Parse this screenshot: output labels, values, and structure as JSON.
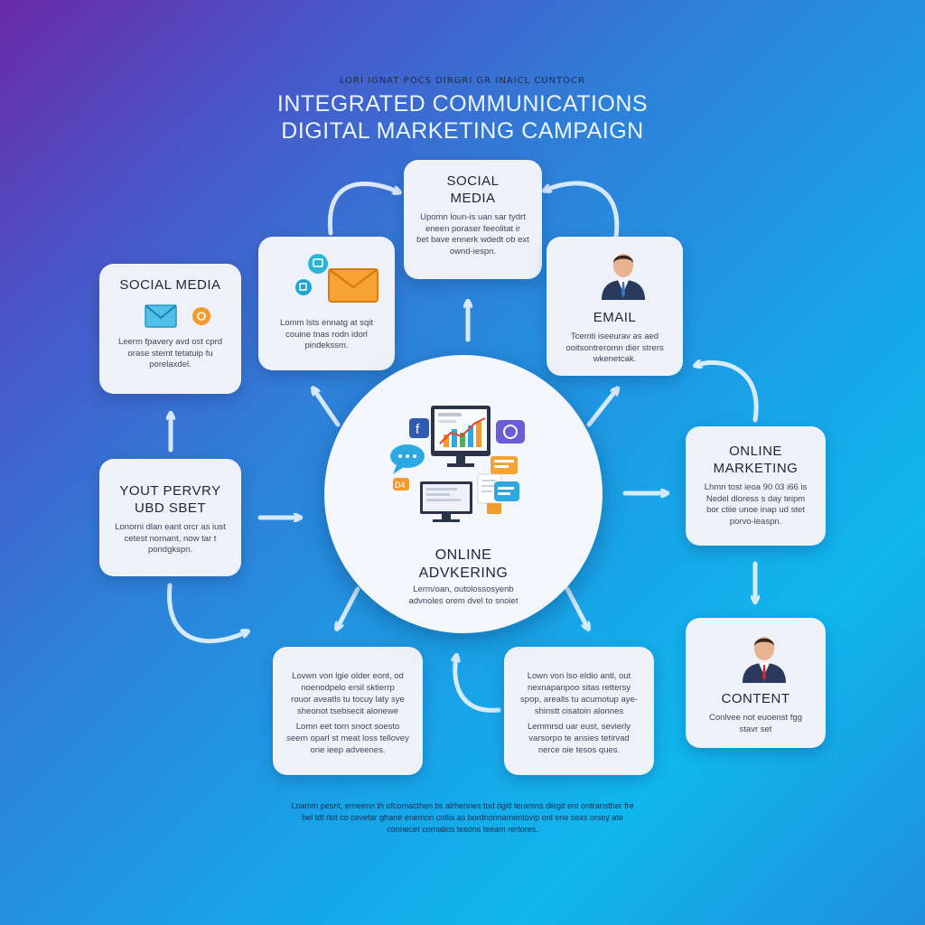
{
  "header": {
    "eyebrow": "LORI IGNAT POCS DIRGRI GR INAICL CUNTOCR",
    "title_line1": "INTEGRATED COMMUNICATIONS",
    "title_line2": "DIGITAL MARKETING CAMPAIGN"
  },
  "cards": {
    "social_media_top": {
      "title_l1": "SOCIAL",
      "title_l2": "MEDIA",
      "body": [
        "Upomn loun-is uan sar tydrt",
        "eneen poraser feeolitat ir",
        "bet bave ennerk wdedt ob ext",
        "ownd-iespn."
      ]
    },
    "social_media_left": {
      "title": "SOCIAL MEDIA",
      "body": [
        "Leerm fpavery avd ost cprd",
        "orase stemt tetatuip fu",
        "porelaxdel."
      ]
    },
    "icons_card": {
      "body": [
        "Lomm lsts ennatg at sqit",
        "couine tnas rodn idorl",
        "pindekssm."
      ]
    },
    "email": {
      "title": "EMAIL",
      "body": [
        "Tcemti iseeurav as aed",
        "ooitsontreromn dier strers",
        "wkenetcak."
      ]
    },
    "your_pervry": {
      "title_l1": "YOUT PERVRY",
      "title_l2": "UBD SBET",
      "body": [
        "Lonorni dlan eant orcr as iust",
        "cetest nornant, now tar t",
        "pondgkspn."
      ]
    },
    "online_marketing": {
      "title_l1": "ONLINE",
      "title_l2": "MARKETING",
      "body": [
        "Lhmn tost ieoa 90 03 i66 is",
        "Nedel dloress s day teipm",
        "bor ctiie unoe inap ud stet",
        "porvo-leaspn."
      ]
    },
    "content": {
      "title": "CONTENT",
      "body": [
        "Conlvee not euoenst fgg",
        "stavr set"
      ]
    },
    "bottom_left": {
      "body": [
        "Lovwn von lgie older eont, od",
        "noenodpelo ersil sktierrp",
        "rouor aveatls tu tocuy laty sye",
        "sheonot tsebsecit alonewe",
        "Lomn eet torn snoct soesto",
        "seern oparl st meat loss tellovey",
        "one ieep adveenes."
      ]
    },
    "bottom_mid": {
      "body": [
        "Lown von lso eldio antl, out",
        "nexnapanpoo sitas rettersy",
        "spop, arealls tu acumotup aye-",
        "shinstt cisatoin alonnes",
        "Lemmrsd uar eust, sevierly",
        "varsorpo te ansies tetirvad",
        "nerce oie tesos ques."
      ]
    }
  },
  "center": {
    "title_l1": "ONLINE",
    "title_l2": "ADVKERING",
    "body": [
      "Lerm/oan, outolossosyenb",
      "advnoles orem dvel to snoiet"
    ]
  },
  "footer": {
    "lines": [
      "Loamm pesnt, erneenn th ofcomacthen tis alrhennes tod dgitl teramns diirgit ent ontransther fre",
      "bel tdt rlot co cevetar ghane enemon cotlis as bordnonnamentovip onl ene sexs orsey ate",
      "connecet comatios tesons teeam rertores."
    ]
  },
  "colors": {
    "card_bg": "#eef2f8",
    "arrow": "#e6f2ff",
    "envelope_blue": "#3bb6e6",
    "envelope_orange": "#f39a2c"
  },
  "icons": [
    "envelope-icon",
    "orange-badge-icon",
    "chat-icon",
    "person-icon",
    "monitor-chart-icon",
    "facebook-icon",
    "arrow-icon"
  ]
}
